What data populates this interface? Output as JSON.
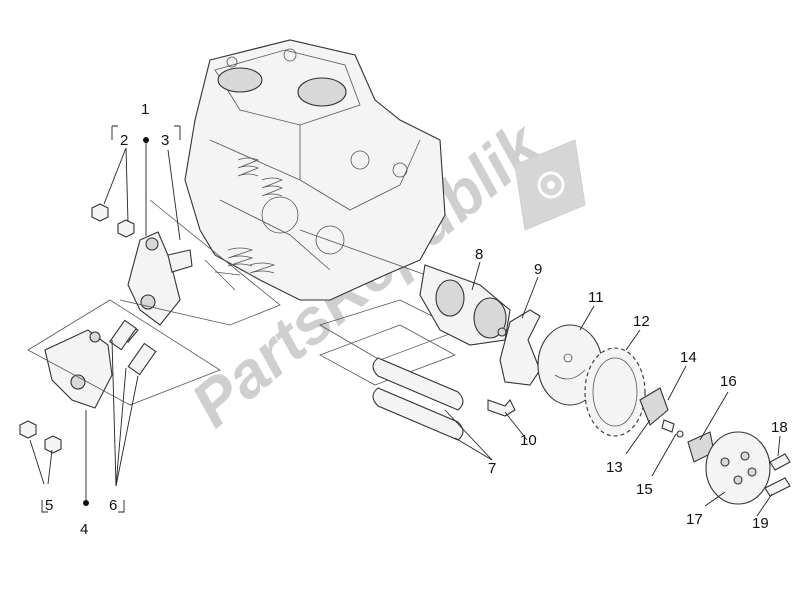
{
  "watermark": {
    "text": "PartsRepublik",
    "icon": "gear-icon"
  },
  "callouts": {
    "c1": "1",
    "c2": "2",
    "c3": "3",
    "c4": "4",
    "c5": "5",
    "c6": "6",
    "c7": "7",
    "c8": "8",
    "c9": "9",
    "c10": "10",
    "c11": "11",
    "c12": "12",
    "c13": "13",
    "c14": "14",
    "c15": "15",
    "c16": "16",
    "c17": "17",
    "c18": "18",
    "c19": "19"
  }
}
